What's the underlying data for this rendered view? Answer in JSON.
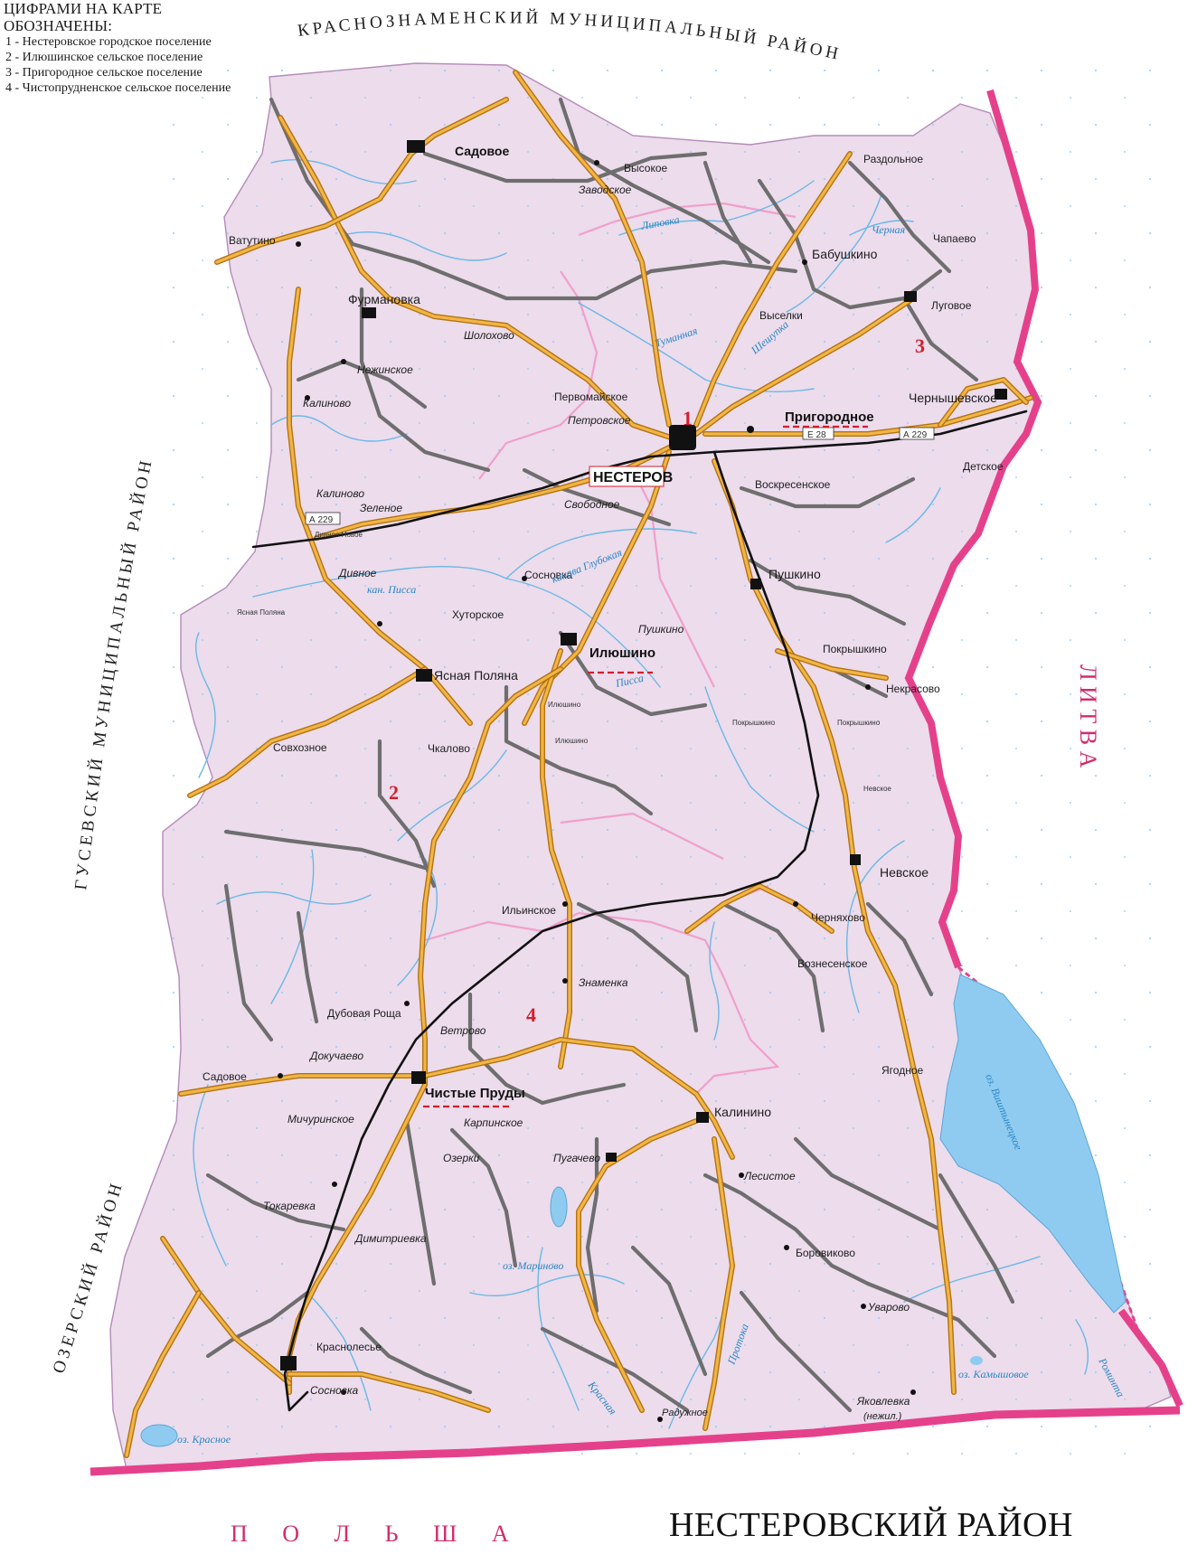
{
  "legend": {
    "title": "ЦИФРАМИ НА КАРТЕ\nОБОЗНАЧЕНЫ:",
    "items": [
      "1 - Нестеровское городское поселение",
      "2 - Илюшинское сельское поселение",
      "3 - Пригородное сельское поселение",
      "4 - Чистопрудненское сельское поселение"
    ]
  },
  "district_title": "НЕСТЕРОВСКИЙ РАЙОН",
  "neighbors": {
    "north": "КРАСНОЗНАМЕНСКИЙ МУНИЦИПАЛЬНЫЙ РАЙОН",
    "west": "ГУСЕВСКИЙ МУНИЦИПАЛЬНЫЙ РАЙОН",
    "southwest": "ОЗЕРСКИЙ РАЙОН"
  },
  "countries": {
    "east": "Л И Т В А",
    "south": "П О Л Ь Ш А"
  },
  "settlement_numbers": [
    "1",
    "2",
    "3",
    "4"
  ],
  "admin_centers": {
    "nesterov": "НЕСТЕРОВ",
    "prigorodnoe": "Пригородное",
    "ilyushino": "Илюшино",
    "chistye_prudy": "Чистые Пруды"
  },
  "places": {
    "sadovoe_n": "Садовое",
    "vysokoe": "Высокое",
    "zavodskoe": "Заводское",
    "razdolnoe": "Раздольное",
    "vatutino": "Ватутино",
    "chapaevo": "Чапаево",
    "babushkino": "Бабушкино",
    "furmanovka": "Фурмановка",
    "lugovoe": "Луговое",
    "sholokhovo": "Шолохово",
    "vyselki": "Выселки",
    "nezhinskoe": "Нежинское",
    "kalinovo": "Калиново",
    "pervomayskoe": "Первомайское",
    "petrovskoe": "Петровское",
    "chernyshevskoe": "Чернышевское",
    "detskoe": "Детское",
    "voskresenskoe": "Воскресенское",
    "kalinovo_s": "Калиново",
    "zelenoe": "Зеленое",
    "svobodnoe": "Свободное",
    "divnoe": "Дивное",
    "sosnovka": "Сосновка",
    "pushkino": "Пушкино",
    "khutorskoe": "Хуторское",
    "pushkino_s": "Пушкино",
    "pokryshkino": "Покрышкино",
    "yasnaya_polyana": "Ясная Поляна",
    "nekrasovo": "Некрасово",
    "sovkhoznoe": "Совхозное",
    "chkalovo": "Чкалово",
    "nevskoe": "Невское",
    "ilinskoe": "Ильинское",
    "chernyakhovo": "Черняхово",
    "voznesenskoe": "Вознесенское",
    "znamenka": "Знаменка",
    "dubovaya_roshcha": "Дубовая Роща",
    "vetrovo": "Ветрово",
    "dokuchaevo": "Докучаево",
    "sadovoe_w": "Садовое",
    "yagodnoe": "Ягодное",
    "kalinino": "Калинино",
    "michurinskoe": "Мичуринское",
    "karpinskoe": "Карпинское",
    "ozerki": "Озерки",
    "pugachevo": "Пугачево",
    "lesistoe": "Лесистое",
    "tokarevka": "Токаревка",
    "dimitrievka": "Димитриевка",
    "borovikovo": "Боровиково",
    "krasnolesye": "Краснолесье",
    "uvarovo": "Уварово",
    "sosnovka_s": "Сосновка",
    "radushnoe": "Радужное",
    "yakovlevka": "Яковлевка",
    "nezhil": "(нежил.)"
  },
  "small_places": {
    "divnoe_novoe": "Дивное Новое",
    "yasnaya_polyana_small": "Ясная Поляна",
    "ilyushino_1": "Илюшино",
    "ilyushino_2": "Илюшино",
    "pokryshkino_1": "Покрышкино",
    "pokryshkino_2": "Покрышкино",
    "nevskoe_small": "Невское"
  },
  "water": {
    "tumannaya": "Туманная",
    "shestupka": "Шешупка",
    "lipovka": "Липовка",
    "chernaya": "Черная",
    "kan_pissa": "кан. Писса",
    "kanava_glubokaya": "канава Глубокая",
    "pissa": "Писса",
    "rominta": "Роминта",
    "lake_vishtynetskoe": "оз. Виштынецкое",
    "lake_marinovo": "оз. Мариново",
    "lake_krasnoe": "оз. Красное",
    "lake_kamyshovoe": "оз. Камышовое",
    "krasnaya": "Красная",
    "protoka": "Протока"
  },
  "roads": {
    "e28": "Е 28",
    "a229_e": "А 229",
    "a229_w": "А 229"
  },
  "colors": {
    "territory": "#ecdcec",
    "border_state": "#e5418b",
    "border_inner": "#f19fcb",
    "road_main": "#e8a33b",
    "road_secondary": "#8a8a8a",
    "railway": "#111111",
    "river": "#6bb8e6",
    "lake": "#8fcbf1",
    "settlement_number": "#d21f2b"
  }
}
